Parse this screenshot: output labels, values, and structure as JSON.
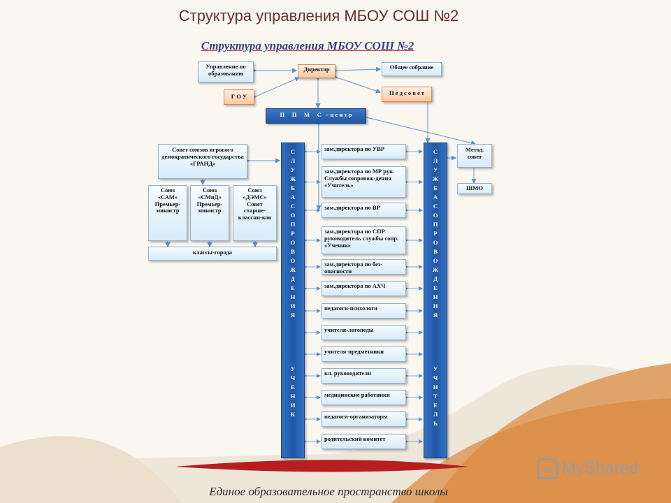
{
  "slide_title": "Структура управления МБОУ СОШ №2",
  "diagram_title": "Структура управления МБОУ СОШ №2",
  "footer": "Единое образовательное пространство школы",
  "watermark": "MyShared",
  "nodes": {
    "uo": "Управление по образованию",
    "director": "Директор",
    "obsh": "Общее собрание",
    "gou": "Г О У",
    "pedsovet": "П е д с о в е т",
    "ppms": "П     П     М     С   – ц е н т р",
    "sovet": "Совет союзов игрового демократического государства «ГРАНД»",
    "metod": "Метод. совет",
    "shmo": "ШМО",
    "sam": "Союз «САМ» Премьер-министр",
    "smid": "Союз «СМиД» Премьер-министр",
    "dems": "Союз «ДЭМС» Совет старше-классни-ков",
    "klassy": "классы-города"
  },
  "left_column": {
    "top": "СЛУЖБА СОПРОВОЖДЕНИЯ",
    "bottom": "УЧЕНИК"
  },
  "right_column": {
    "top": "СЛУЖБА СОПРОВОЖДЕНИЯ",
    "bottom": "УЧИТЕЛЬ"
  },
  "center_items": [
    "зам.директора по УВР",
    "зам.директора по МР рук. Службы сопровож-дения «Учитель»",
    "зам.директора по ВР",
    "зам.директора по СПР руководитель службы сопр. «Ученик»",
    "зам.директора по без-опасности",
    "зам.директора по АХЧ",
    "педагоги-психологи",
    "учителя-логопеды",
    "учителя-предметники",
    "кл. руководители",
    "медицинские работники",
    "педагоги-организаторы",
    "родительский комитет"
  ],
  "colors": {
    "accent": "#2057a6",
    "box_border": "#8db3d6",
    "orange": "#f9c7a0"
  }
}
